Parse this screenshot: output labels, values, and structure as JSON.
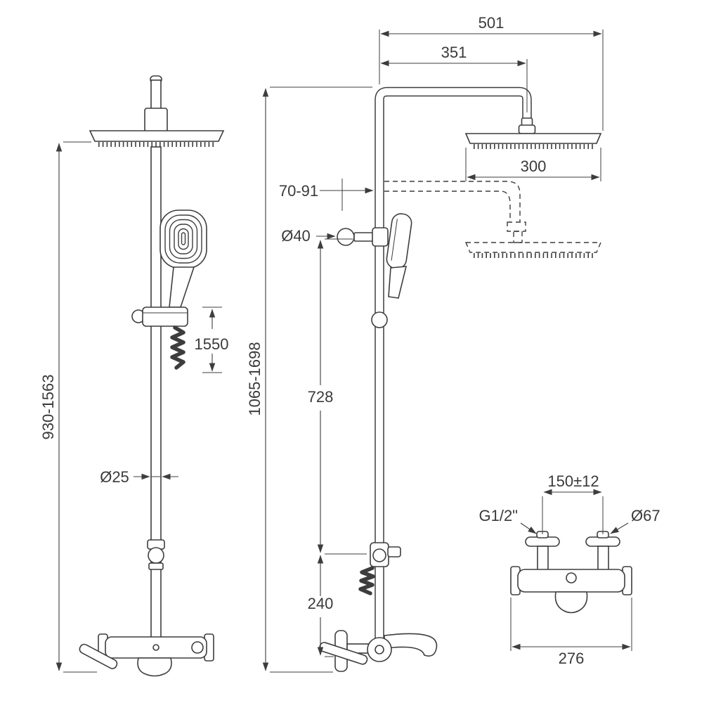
{
  "drawing": {
    "type": "technical-drawing",
    "subject": "shower column with rain head, hand shower and bath mixer - dimensioned views",
    "background_color": "#ffffff",
    "line_color": "#3d3d3d",
    "text_color": "#3a3a3a",
    "dims": {
      "total_width": "501",
      "arm_projection": "351",
      "head_width": "300",
      "height_adjust_range": "70-91",
      "knob_diameter": "Ø40",
      "front_height_range": "930-1563",
      "hand_shower_height": "1550",
      "overall_height_range": "1065-1698",
      "upper_section": "728",
      "lower_section": "240",
      "pipe_diameter": "Ø25",
      "inlet_centers": "150±12",
      "connection_thread": "G1/2\"",
      "escutcheon_diameter": "Ø67",
      "mixer_width": "276"
    }
  }
}
